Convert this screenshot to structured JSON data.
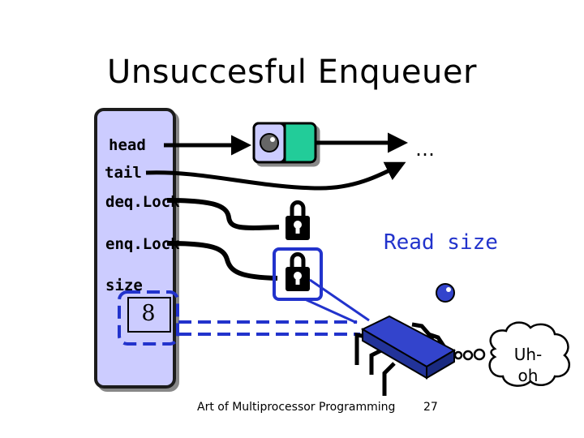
{
  "slide": {
    "title": "Unsuccesful Enqueuer",
    "fields": {
      "head": "head",
      "tail": "tail",
      "deq_lock": "deq.Lock",
      "enq_lock": "enq.Lock",
      "size": "size"
    },
    "size_value": "8",
    "ellipsis": "…",
    "annotation": "Read size",
    "thought": {
      "line1": "Uh-",
      "line2": "oh"
    },
    "footer": {
      "source": "Art of Multiprocessor Programming",
      "page": "27"
    }
  },
  "colors": {
    "queue_object": "#ccccff",
    "queue_border": "#1a1a1a",
    "node_fill": "#22cc99",
    "lock_highlight": "#2233cc",
    "thread_body": "#3344cc",
    "annotation": "#2233cc",
    "size_value_bg": "#ccccff",
    "size_highlight": "#2233cc"
  },
  "icons": [
    "padlock-icon",
    "thread-bug-icon",
    "thought-cloud-icon",
    "node-pointer-ball"
  ]
}
